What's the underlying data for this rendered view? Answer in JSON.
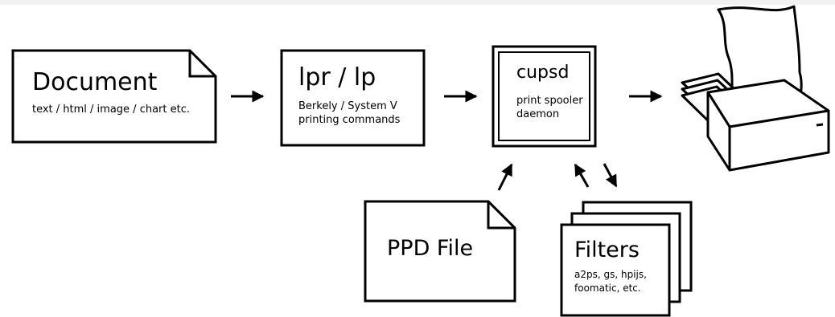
{
  "document": {
    "title": "Document",
    "subtitle": "text / html / image / chart etc."
  },
  "lpr": {
    "title": "lpr / lp",
    "line1": "Berkely / System V",
    "line2": "printing commands"
  },
  "cupsd": {
    "title": "cupsd",
    "line1": "print spooler",
    "line2": "daemon"
  },
  "ppd": {
    "title": "PPD File"
  },
  "filters": {
    "title": "Filters",
    "line1": "a2ps, gs, hpijs,",
    "line2": "foomatic, etc."
  },
  "icons": {
    "printer": "printer-icon",
    "arrow": "arrow-icon"
  },
  "colors": {
    "stroke": "#000000",
    "background": "#ffffff",
    "top_bar": "#f2f2f2"
  }
}
